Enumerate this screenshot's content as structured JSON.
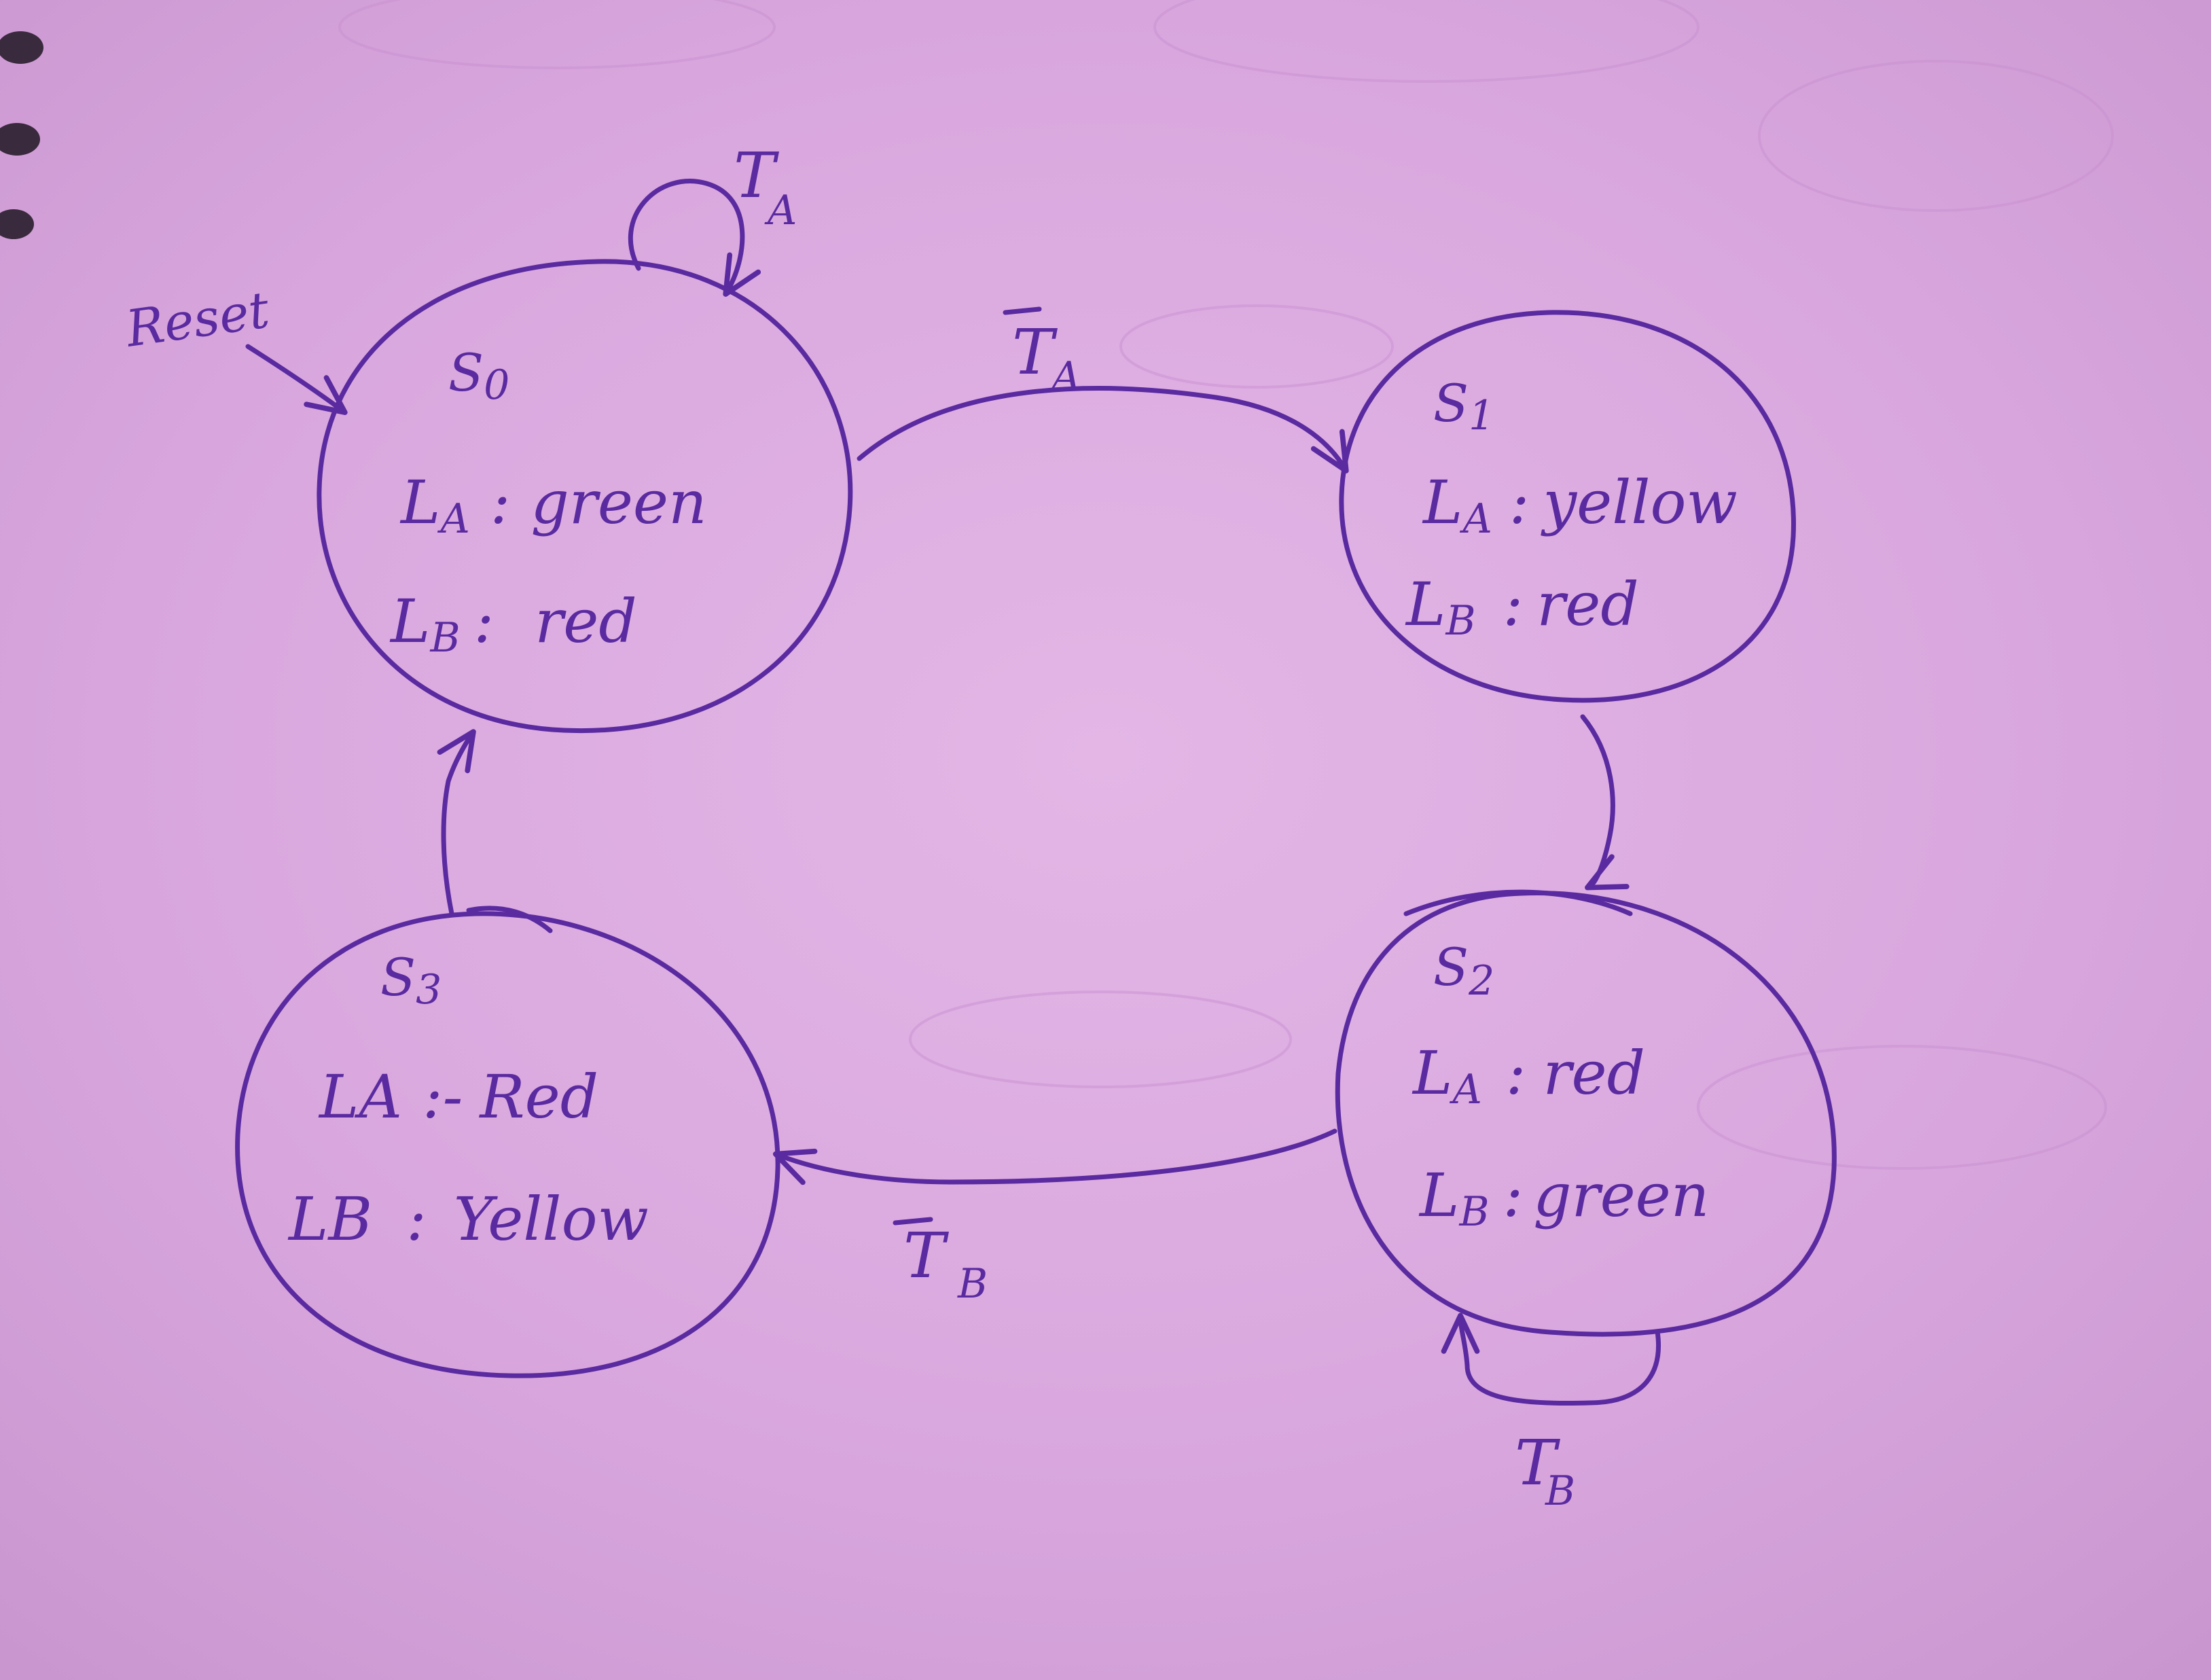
{
  "diagram": {
    "reset_label": "Reset",
    "states": [
      {
        "id": "s0",
        "name": "S",
        "name_sub": "0",
        "lines": [
          {
            "label": "L",
            "label_sub": "A",
            "sep": ":",
            "value": "green"
          },
          {
            "label": "L",
            "label_sub": "B",
            "sep": ":",
            "value": "red"
          }
        ]
      },
      {
        "id": "s1",
        "name": "S",
        "name_sub": "1",
        "lines": [
          {
            "label": "L",
            "label_sub": "A",
            "sep": ":",
            "value": "yellow"
          },
          {
            "label": "L",
            "label_sub": "B",
            "sep": ":",
            "value": "red"
          }
        ]
      },
      {
        "id": "s2",
        "name": "S",
        "name_sub": "2",
        "lines": [
          {
            "label": "L",
            "label_sub": "A",
            "sep": ":",
            "value": "red"
          },
          {
            "label": "L",
            "label_sub": "B",
            "sep": ":",
            "value": "green"
          }
        ]
      },
      {
        "id": "s3",
        "name": "S",
        "name_sub": "3",
        "lines": [
          {
            "label": "LA",
            "label_sub": "",
            "sep": ":-",
            "value": "Red"
          },
          {
            "label": "LB",
            "label_sub": "",
            "sep": ":",
            "value": "Yellow"
          }
        ]
      }
    ],
    "transitions": {
      "s0_self": {
        "main": "T",
        "sub": "A",
        "overbar": false
      },
      "s0_to_s1": {
        "main": "T",
        "sub": "A",
        "overbar": true
      },
      "s2_self": {
        "main": "T",
        "sub": "B",
        "overbar": false
      },
      "s2_to_s3": {
        "main": "T",
        "sub": "B",
        "overbar": true
      }
    },
    "colors": {
      "ink": "#5a2aa0",
      "paper": "#d9a8de"
    }
  }
}
